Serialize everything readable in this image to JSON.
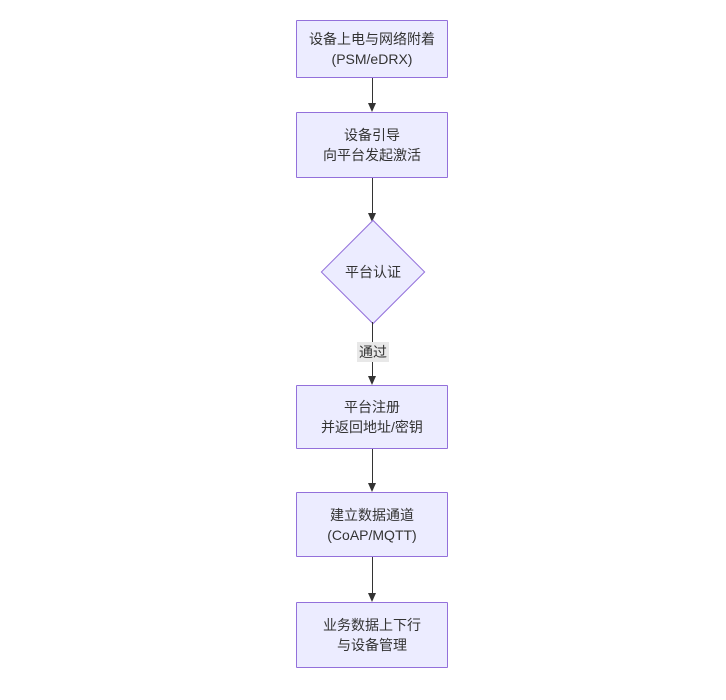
{
  "theme": {
    "background": "#ffffff",
    "node_fill": "#ececff",
    "node_border": "#9370db",
    "node_text": "#333333",
    "arrow_color": "#333333",
    "edge_label_bg": "#e8e8e8"
  },
  "diagram": {
    "type": "flowchart",
    "direction": "top-down",
    "nodes": [
      {
        "shape": "rect",
        "lines": [
          "设备上电与网络附着",
          "(PSM/eDRX)"
        ]
      },
      {
        "shape": "rect",
        "lines": [
          "设备引导",
          "向平台发起激活"
        ]
      },
      {
        "shape": "diamond",
        "lines": [
          "平台认证"
        ]
      },
      {
        "shape": "rect",
        "lines": [
          "平台注册",
          "并返回地址/密钥"
        ]
      },
      {
        "shape": "rect",
        "lines": [
          "建立数据通道",
          "(CoAP/MQTT)"
        ]
      },
      {
        "shape": "rect",
        "lines": [
          "业务数据上下行",
          "与设备管理"
        ]
      }
    ],
    "edge_label": "通过"
  }
}
